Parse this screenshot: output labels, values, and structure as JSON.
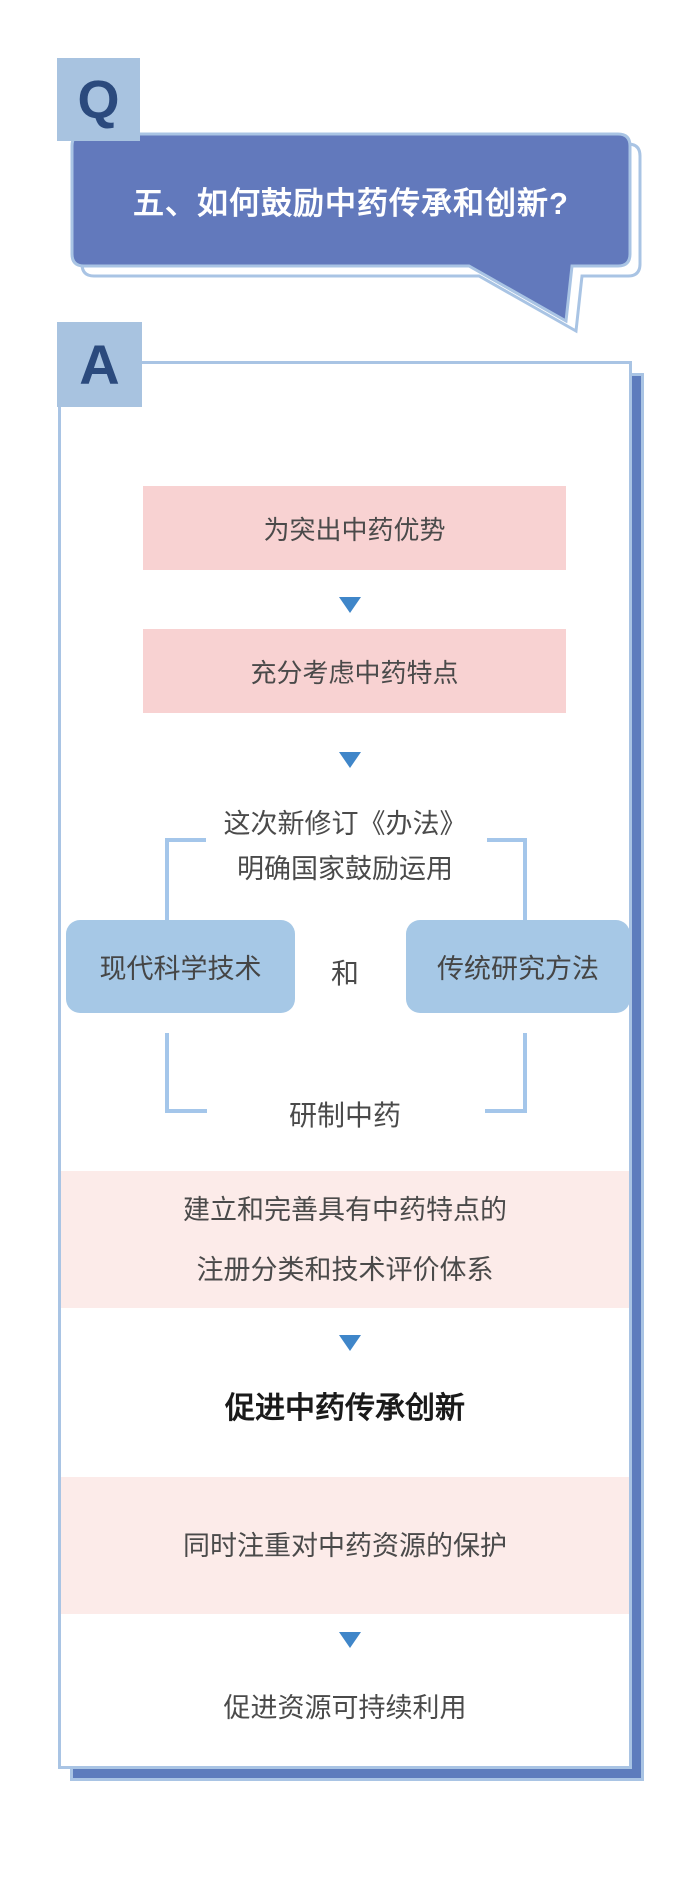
{
  "q_section": {
    "badge_letter": "Q",
    "question_title": "五、如何鼓励中药传承和创新?"
  },
  "a_section": {
    "badge_letter": "A",
    "flow": {
      "step1": "为突出中药优势",
      "step2": "充分考虑中药特点",
      "intro_line1": "这次新修订《办法》",
      "intro_line2": "明确国家鼓励运用",
      "method_left": "现代科学技术",
      "conjunction": "和",
      "method_right": "传统研究方法",
      "merge_label": "研制中药",
      "step3_line1": "建立和完善具有中药特点的",
      "step3_line2": "注册分类和技术评价体系",
      "outcome1": "促进中药传承创新",
      "step4": "同时注重对中药资源的保护",
      "outcome2": "促进资源可持续利用"
    }
  },
  "colors": {
    "bubble_blue": "#6279bc",
    "badge_blue": "#a8c3e0",
    "letter_navy": "#2b4a7d",
    "border_light_blue": "#a9c4e4",
    "shadow_blue": "#5d7cbd",
    "method_box_blue": "#a6c8e6",
    "pink_strong": "#f8d2d2",
    "pink_light": "#fcebe9",
    "arrow_blue": "#3f86c9",
    "text_gray": "#4a4a4a",
    "text_black": "#1a1a1a"
  }
}
